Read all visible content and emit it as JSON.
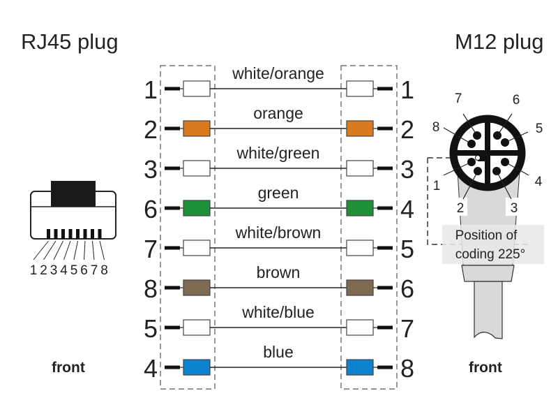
{
  "left_title": "RJ45 plug",
  "right_title": "M12 plug",
  "left_footer": "front",
  "right_footer": "front",
  "rj45_pin_labels": [
    "1",
    "2",
    "3",
    "4",
    "5",
    "6",
    "7",
    "8"
  ],
  "m12_pin_labels": [
    "1",
    "2",
    "3",
    "4",
    "5",
    "6",
    "7",
    "8"
  ],
  "coding_label_line1": "Position of",
  "coding_label_line2": "coding 225°",
  "colors": {
    "white": "#ffffff",
    "orange": "#d97a1e",
    "green": "#1f8f3a",
    "brown": "#7f6a52",
    "blue": "#0b83cf",
    "line": "#1a1a1a",
    "dash": "#555555",
    "m12_gray": "#d9d9d9"
  },
  "wires": [
    {
      "rj45_pin": "1",
      "m12_pin": "1",
      "label": "white/orange",
      "color": "white"
    },
    {
      "rj45_pin": "2",
      "m12_pin": "2",
      "label": "orange",
      "color": "orange"
    },
    {
      "rj45_pin": "3",
      "m12_pin": "3",
      "label": "white/green",
      "color": "white"
    },
    {
      "rj45_pin": "6",
      "m12_pin": "4",
      "label": "green",
      "color": "green"
    },
    {
      "rj45_pin": "7",
      "m12_pin": "5",
      "label": "white/brown",
      "color": "white"
    },
    {
      "rj45_pin": "8",
      "m12_pin": "6",
      "label": "brown",
      "color": "brown"
    },
    {
      "rj45_pin": "5",
      "m12_pin": "7",
      "label": "white/blue",
      "color": "white"
    },
    {
      "rj45_pin": "4",
      "m12_pin": "8",
      "label": "blue",
      "color": "blue"
    }
  ]
}
